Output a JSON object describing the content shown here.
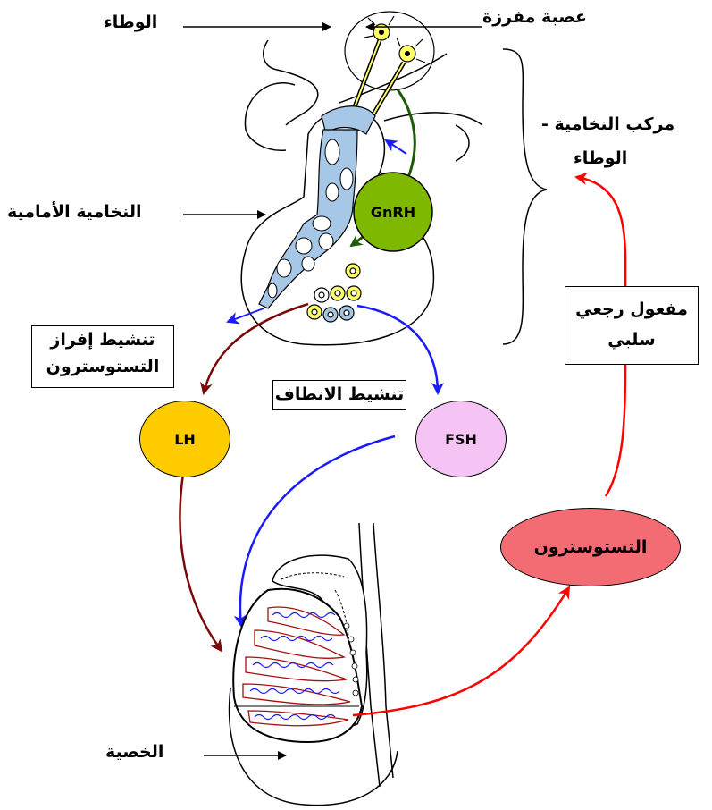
{
  "labels": {
    "hypothalamus": "الوطاء",
    "secretory_neuron": "عصبة مفرزة",
    "complex_line1": "مركب النخامية -",
    "complex_line2": "الوطاء",
    "anterior_pituitary": "النخامية الأمامية",
    "testis": "الخصية"
  },
  "boxes": {
    "stimulate_testosterone_line1": "تنشيط إفراز",
    "stimulate_testosterone_line2": "التستوسترون",
    "stimulate_sperm": "تنشيط الانطاف",
    "negative_feedback_line1": "مفعول رجعي",
    "negative_feedback_line2": "سلبي"
  },
  "hormones": {
    "gnrh": "GnRH",
    "lh": "LH",
    "fsh": "FSH",
    "testosterone": "التستوسترون"
  },
  "colors": {
    "gnrh_fill": "#7fb800",
    "lh_fill": "#ffcc00",
    "fsh_fill": "#f5c4f5",
    "testosterone_fill": "#f36b73",
    "lh_arrow": "#7a0a0a",
    "fsh_arrow": "#1a1aff",
    "feedback_arrow": "#ff0000",
    "portal_vessel": "#a6c8e6",
    "gnrh_arrow": "#1f5a0a"
  }
}
